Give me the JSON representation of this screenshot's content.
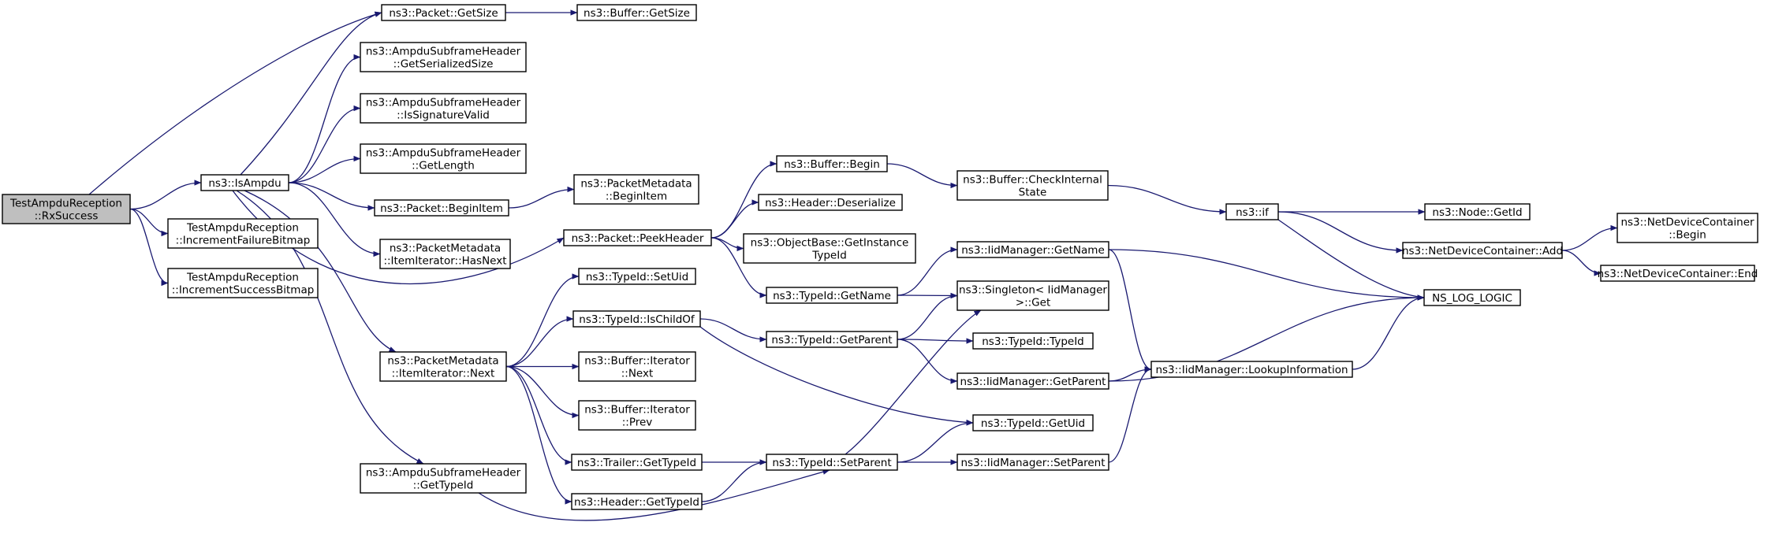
{
  "colors": {
    "edge": "#191970",
    "node_border": "#000000",
    "root_fill": "#bfbfbf",
    "node_fill": "#ffffff"
  },
  "nodes": [
    {
      "id": "root",
      "lines": [
        "TestAmpduReception",
        "::RxSuccess"
      ],
      "root": true
    },
    {
      "id": "isampdu",
      "lines": [
        "ns3::IsAmpdu"
      ]
    },
    {
      "id": "incfail",
      "lines": [
        "TestAmpduReception",
        "::IncrementFailureBitmap"
      ]
    },
    {
      "id": "incsucc",
      "lines": [
        "TestAmpduReception",
        "::IncrementSuccessBitmap"
      ]
    },
    {
      "id": "pktgetsize",
      "lines": [
        "ns3::Packet::GetSize"
      ]
    },
    {
      "id": "bufgetsize",
      "lines": [
        "ns3::Buffer::GetSize"
      ]
    },
    {
      "id": "ashserial",
      "lines": [
        "ns3::AmpduSubframeHeader",
        "::GetSerializedSize"
      ]
    },
    {
      "id": "ashsig",
      "lines": [
        "ns3::AmpduSubframeHeader",
        "::IsSignatureValid"
      ]
    },
    {
      "id": "ashlen",
      "lines": [
        "ns3::AmpduSubframeHeader",
        "::GetLength"
      ]
    },
    {
      "id": "pktbegin",
      "lines": [
        "ns3::Packet::BeginItem"
      ]
    },
    {
      "id": "pmbegin",
      "lines": [
        "ns3::PacketMetadata",
        "::BeginItem"
      ]
    },
    {
      "id": "pmhasnext",
      "lines": [
        "ns3::PacketMetadata",
        "::ItemIterator::HasNext"
      ]
    },
    {
      "id": "pmnext",
      "lines": [
        "ns3::PacketMetadata",
        "::ItemIterator::Next"
      ]
    },
    {
      "id": "ashtypeid",
      "lines": [
        "ns3::AmpduSubframeHeader",
        "::GetTypeId"
      ]
    },
    {
      "id": "peek",
      "lines": [
        "ns3::Packet::PeekHeader"
      ]
    },
    {
      "id": "bufbegin",
      "lines": [
        "ns3::Buffer::Begin"
      ]
    },
    {
      "id": "hdrdeser",
      "lines": [
        "ns3::Header::Deserialize"
      ]
    },
    {
      "id": "objinst",
      "lines": [
        "ns3::ObjectBase::GetInstance",
        "TypeId"
      ]
    },
    {
      "id": "tidgetname",
      "lines": [
        "ns3::TypeId::GetName"
      ]
    },
    {
      "id": "bufcheck",
      "lines": [
        "ns3::Buffer::CheckInternal",
        "State"
      ]
    },
    {
      "id": "nsif",
      "lines": [
        "ns3::if"
      ]
    },
    {
      "id": "nodegetid",
      "lines": [
        "ns3::Node::GetId"
      ]
    },
    {
      "id": "ndcadd",
      "lines": [
        "ns3::NetDeviceContainer::Add"
      ]
    },
    {
      "id": "ndcbegin",
      "lines": [
        "ns3::NetDeviceContainer",
        "::Begin"
      ]
    },
    {
      "id": "ndcend",
      "lines": [
        "ns3::NetDeviceContainer::End"
      ]
    },
    {
      "id": "nslog",
      "lines": [
        "NS_LOG_LOGIC"
      ]
    },
    {
      "id": "iidgetname",
      "lines": [
        "ns3::IidManager::GetName"
      ]
    },
    {
      "id": "singleton",
      "lines": [
        "ns3::Singleton< IidManager",
        ">::Get"
      ]
    },
    {
      "id": "tidsetuid",
      "lines": [
        "ns3::TypeId::SetUid"
      ]
    },
    {
      "id": "tidischild",
      "lines": [
        "ns3::TypeId::IsChildOf"
      ]
    },
    {
      "id": "tidgetparent",
      "lines": [
        "ns3::TypeId::GetParent"
      ]
    },
    {
      "id": "tidtypeid",
      "lines": [
        "ns3::TypeId::TypeId"
      ]
    },
    {
      "id": "iidgetparent",
      "lines": [
        "ns3::IidManager::GetParent"
      ]
    },
    {
      "id": "iidlookup",
      "lines": [
        "ns3::IidManager::LookupInformation"
      ]
    },
    {
      "id": "bufitnext",
      "lines": [
        "ns3::Buffer::Iterator",
        "::Next"
      ]
    },
    {
      "id": "bufitprev",
      "lines": [
        "ns3::Buffer::Iterator",
        "::Prev"
      ]
    },
    {
      "id": "tidgetuid",
      "lines": [
        "ns3::TypeId::GetUid"
      ]
    },
    {
      "id": "trailertid",
      "lines": [
        "ns3::Trailer::GetTypeId"
      ]
    },
    {
      "id": "tidsetparent",
      "lines": [
        "ns3::TypeId::SetParent"
      ]
    },
    {
      "id": "iidsetparent",
      "lines": [
        "ns3::IidManager::SetParent"
      ]
    },
    {
      "id": "headertid",
      "lines": [
        "ns3::Header::GetTypeId"
      ]
    }
  ],
  "edges": [
    [
      "root",
      "isampdu"
    ],
    [
      "root",
      "incfail"
    ],
    [
      "root",
      "incsucc"
    ],
    [
      "root",
      "pktgetsize"
    ],
    [
      "isampdu",
      "pktgetsize"
    ],
    [
      "isampdu",
      "ashserial"
    ],
    [
      "isampdu",
      "ashsig"
    ],
    [
      "isampdu",
      "ashlen"
    ],
    [
      "isampdu",
      "pktbegin"
    ],
    [
      "isampdu",
      "pmhasnext"
    ],
    [
      "isampdu",
      "pmnext"
    ],
    [
      "isampdu",
      "ashtypeid"
    ],
    [
      "isampdu",
      "peek"
    ],
    [
      "pktgetsize",
      "bufgetsize"
    ],
    [
      "pktbegin",
      "pmbegin"
    ],
    [
      "peek",
      "bufbegin"
    ],
    [
      "peek",
      "hdrdeser"
    ],
    [
      "peek",
      "objinst"
    ],
    [
      "peek",
      "tidgetname"
    ],
    [
      "bufbegin",
      "bufcheck"
    ],
    [
      "bufcheck",
      "nsif"
    ],
    [
      "nsif",
      "nodegetid"
    ],
    [
      "nsif",
      "ndcadd"
    ],
    [
      "nsif",
      "nslog"
    ],
    [
      "ndcadd",
      "ndcbegin"
    ],
    [
      "ndcadd",
      "ndcend"
    ],
    [
      "tidgetname",
      "iidgetname"
    ],
    [
      "tidgetname",
      "singleton"
    ],
    [
      "iidgetname",
      "nslog"
    ],
    [
      "iidgetname",
      "iidlookup"
    ],
    [
      "pmnext",
      "tidsetuid"
    ],
    [
      "pmnext",
      "tidischild"
    ],
    [
      "pmnext",
      "bufitnext"
    ],
    [
      "pmnext",
      "bufitprev"
    ],
    [
      "pmnext",
      "trailertid"
    ],
    [
      "pmnext",
      "headertid"
    ],
    [
      "tidischild",
      "tidgetparent"
    ],
    [
      "tidischild",
      "tidgetuid"
    ],
    [
      "tidgetparent",
      "singleton"
    ],
    [
      "tidgetparent",
      "tidtypeid"
    ],
    [
      "tidgetparent",
      "iidgetparent"
    ],
    [
      "iidgetparent",
      "nslog"
    ],
    [
      "iidgetparent",
      "iidlookup"
    ],
    [
      "iidlookup",
      "nslog"
    ],
    [
      "trailertid",
      "tidsetparent"
    ],
    [
      "headertid",
      "tidsetparent"
    ],
    [
      "ashtypeid",
      "tidsetparent"
    ],
    [
      "tidsetparent",
      "singleton"
    ],
    [
      "tidsetparent",
      "tidgetuid"
    ],
    [
      "tidsetparent",
      "iidsetparent"
    ],
    [
      "iidsetparent",
      "iidlookup"
    ]
  ]
}
